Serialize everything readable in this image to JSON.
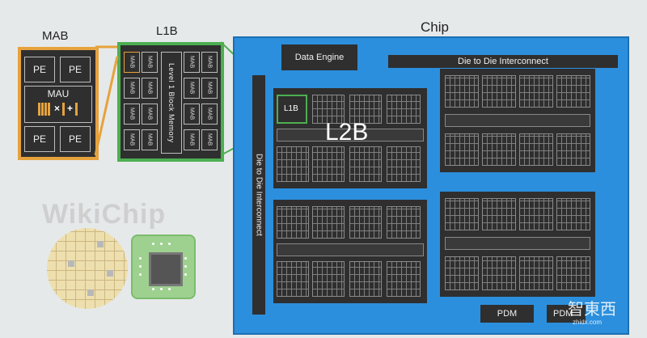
{
  "titles": {
    "mab": "MAB",
    "l1b": "L1B",
    "chip": "Chip"
  },
  "mab": {
    "pe_labels": [
      "PE",
      "PE",
      "PE",
      "PE"
    ],
    "mau_label": "MAU",
    "mau_ops": [
      "×",
      "+"
    ]
  },
  "l1b": {
    "cell_label": "MAB",
    "memory_label": "Level 1 Block Memory"
  },
  "chip": {
    "data_engine": "Data Engine",
    "d2d_top": "Die to Die Interconnect",
    "d2d_left": "Die to Die Interconnect",
    "l2b_label": "L2B",
    "l1b_inset_label": "L1B",
    "pdm_label": "PDM",
    "pdm2_label": "PDM"
  },
  "logo": {
    "text": "WikiChip"
  },
  "watermark": {
    "text": "智東西",
    "sub": "zhidx.com"
  },
  "colors": {
    "mab_border": "#e6a23c",
    "l1b_border": "#4caf50",
    "chip_bg": "#2b8fdd",
    "block": "#2f2f2f"
  }
}
